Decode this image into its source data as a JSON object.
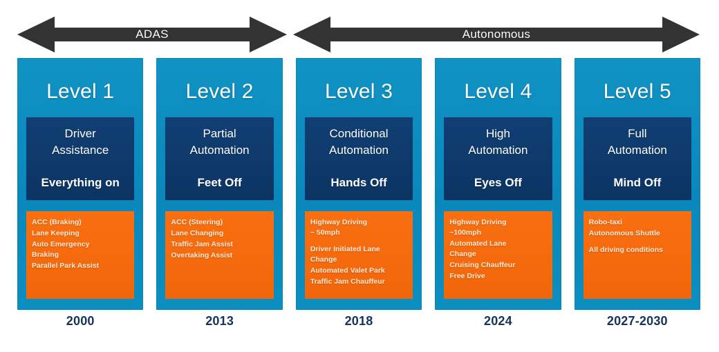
{
  "colors": {
    "level_blue": "#0b8ec0",
    "navy": "#0d3a6b",
    "orange": "#f4690c",
    "arrow_dark": "#333333",
    "year_text": "#16335c"
  },
  "bands": [
    {
      "label": "ADAS",
      "icon": "double-arrow-icon"
    },
    {
      "label": "Autonomous",
      "icon": "double-arrow-icon"
    }
  ],
  "levels": [
    {
      "title": "Level 1",
      "name": "Driver\nAssistance",
      "state": "Everything on",
      "features": [
        {
          "text": "ACC (Braking)",
          "gap_before": false
        },
        {
          "text": "Lane Keeping",
          "gap_before": false
        },
        {
          "text": "Auto Emergency\nBraking",
          "gap_before": false
        },
        {
          "text": "Parallel Park Assist",
          "gap_before": false
        }
      ],
      "year": "2000"
    },
    {
      "title": "Level 2",
      "name": "Partial\nAutomation",
      "state": "Feet Off",
      "features": [
        {
          "text": "ACC (Steering)",
          "gap_before": false
        },
        {
          "text": "Lane Changing",
          "gap_before": false
        },
        {
          "text": "Traffic Jam Assist",
          "gap_before": false
        },
        {
          "text": "Overtaking Assist",
          "gap_before": false
        }
      ],
      "year": "2013"
    },
    {
      "title": "Level 3",
      "name": "Conditional\nAutomation",
      "state": "Hands Off",
      "features": [
        {
          "text": "Highway Driving\n~ 50mph",
          "gap_before": false
        },
        {
          "text": "Driver Initiated Lane\nChange",
          "gap_before": true
        },
        {
          "text": "Automated Valet Park",
          "gap_before": false
        },
        {
          "text": "Traffic Jam Chauffeur",
          "gap_before": false
        }
      ],
      "year": "2018"
    },
    {
      "title": "Level 4",
      "name": "High\nAutomation",
      "state": "Eyes Off",
      "features": [
        {
          "text": "Highway Driving\n~100mph",
          "gap_before": false
        },
        {
          "text": "Automated Lane\nChange",
          "gap_before": false
        },
        {
          "text": "Cruising Chauffeur",
          "gap_before": false
        },
        {
          "text": "Free Drive",
          "gap_before": false
        }
      ],
      "year": "2024"
    },
    {
      "title": "Level 5",
      "name": "Full\nAutomation",
      "state": "Mind Off",
      "features": [
        {
          "text": "Robo-taxi",
          "gap_before": false
        },
        {
          "text": "Autonomous Shuttle",
          "gap_before": false
        },
        {
          "text": "All driving conditions",
          "gap_before": true
        }
      ],
      "year": "2027-2030"
    }
  ]
}
